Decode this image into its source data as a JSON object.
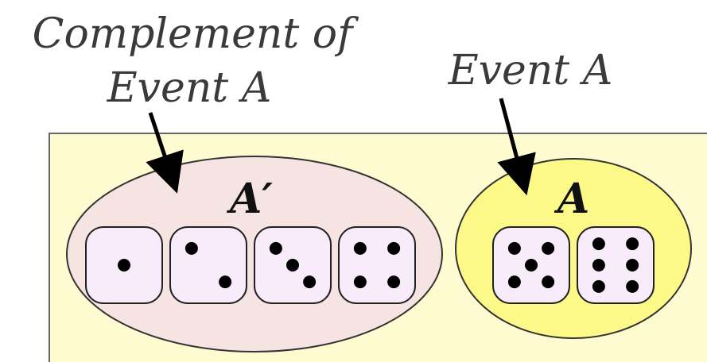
{
  "labels": {
    "complement_line1": "Complement of",
    "complement_line2": "Event A",
    "event": "Event A",
    "complement_set": "A′",
    "event_set": "A"
  },
  "complement_dice": [
    1,
    2,
    3,
    4
  ],
  "event_dice": [
    5,
    6
  ],
  "colors": {
    "sample_space": "#fffbd0",
    "complement_fill": "#f5e4e2",
    "event_fill": "#fcf989",
    "die_fill": "#f8ecfb",
    "pip": "#000000"
  }
}
